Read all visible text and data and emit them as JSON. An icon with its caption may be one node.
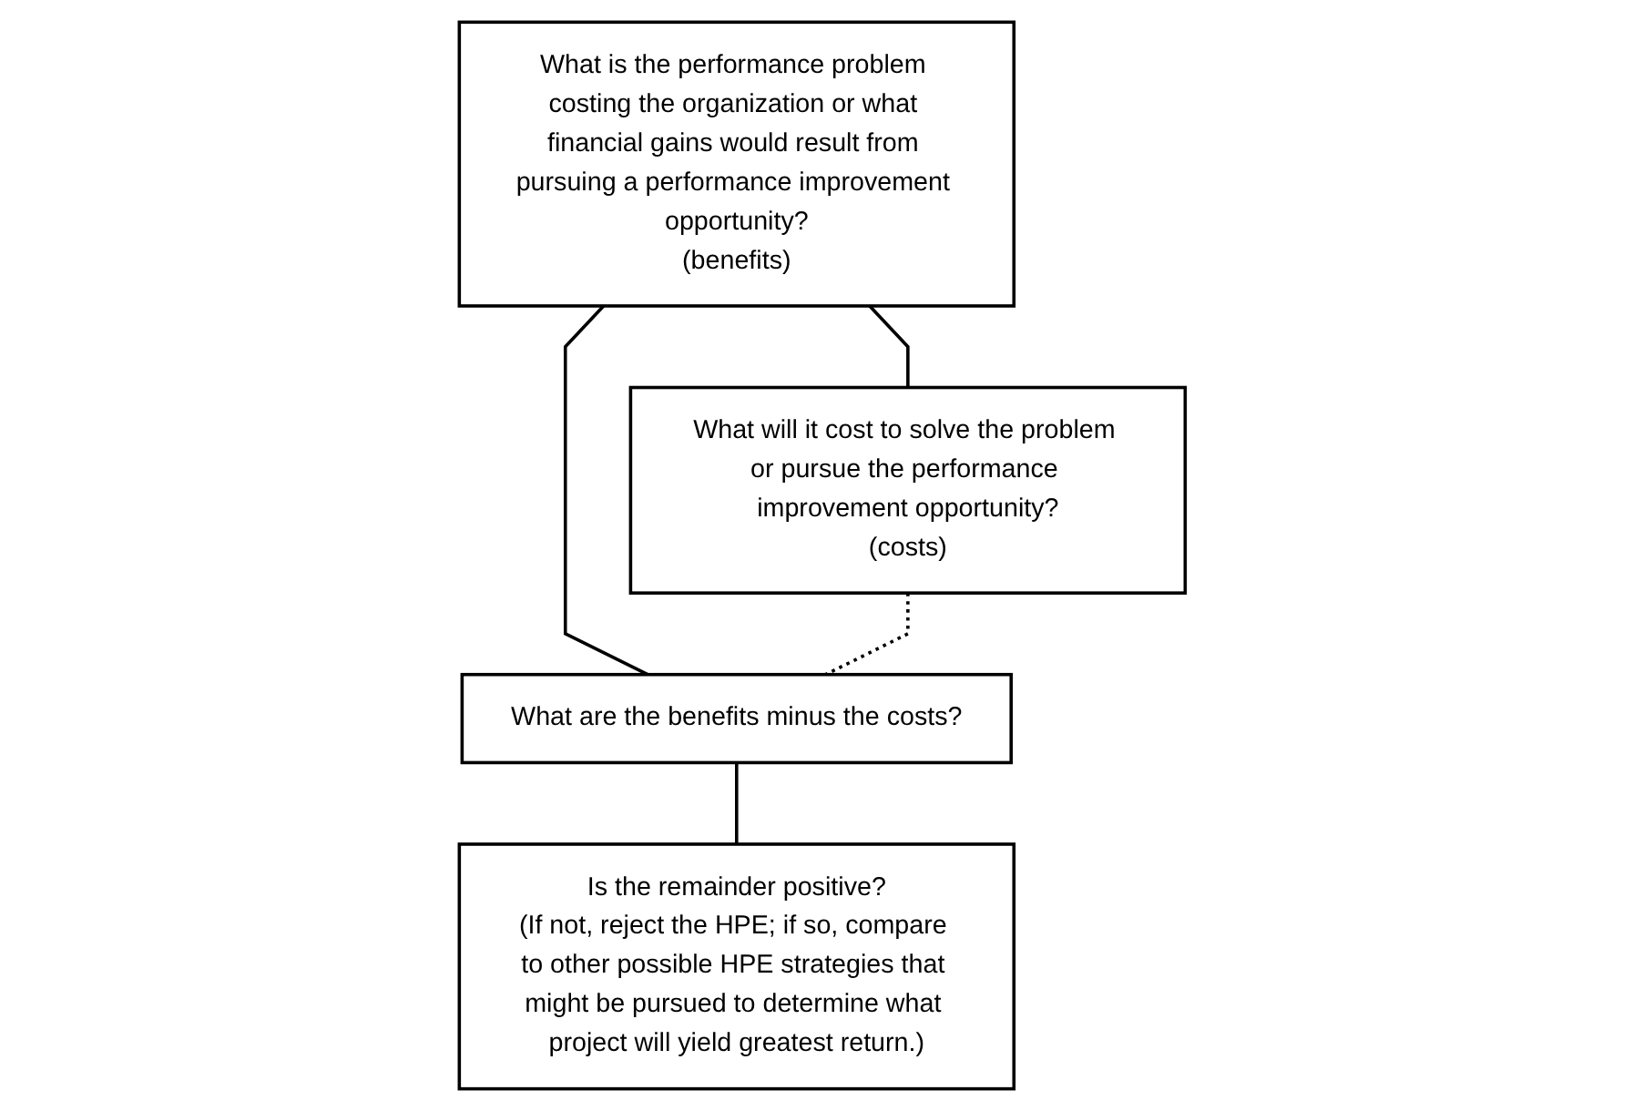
{
  "diagram": {
    "nodes": [
      {
        "text": [
          "What is the performance problem costing the organization or what financial gains would result from pursuing a performance improvement opportunity?",
          "(benefits)"
        ]
      },
      {
        "text": [
          "What will it cost to solve the problem or pursue the performance improvement opportunity?",
          "(costs)"
        ]
      },
      {
        "text": [
          "What are the benefits minus the costs?"
        ]
      },
      {
        "text": [
          "Is the remainder positive?",
          "(If not, reject the HPE; if so, compare to other possible HPE strategies that might be pursued to determine what project will yield greatest return.)"
        ]
      }
    ],
    "edges": [
      {
        "from": 0,
        "to": 1,
        "arrow": "none"
      },
      {
        "from": 0,
        "to": 2,
        "arrow": "none"
      },
      {
        "from": 1,
        "to": 2,
        "arrow": "none",
        "style": "dashed"
      },
      {
        "from": 2,
        "to": 3,
        "arrow": "none"
      }
    ]
  }
}
